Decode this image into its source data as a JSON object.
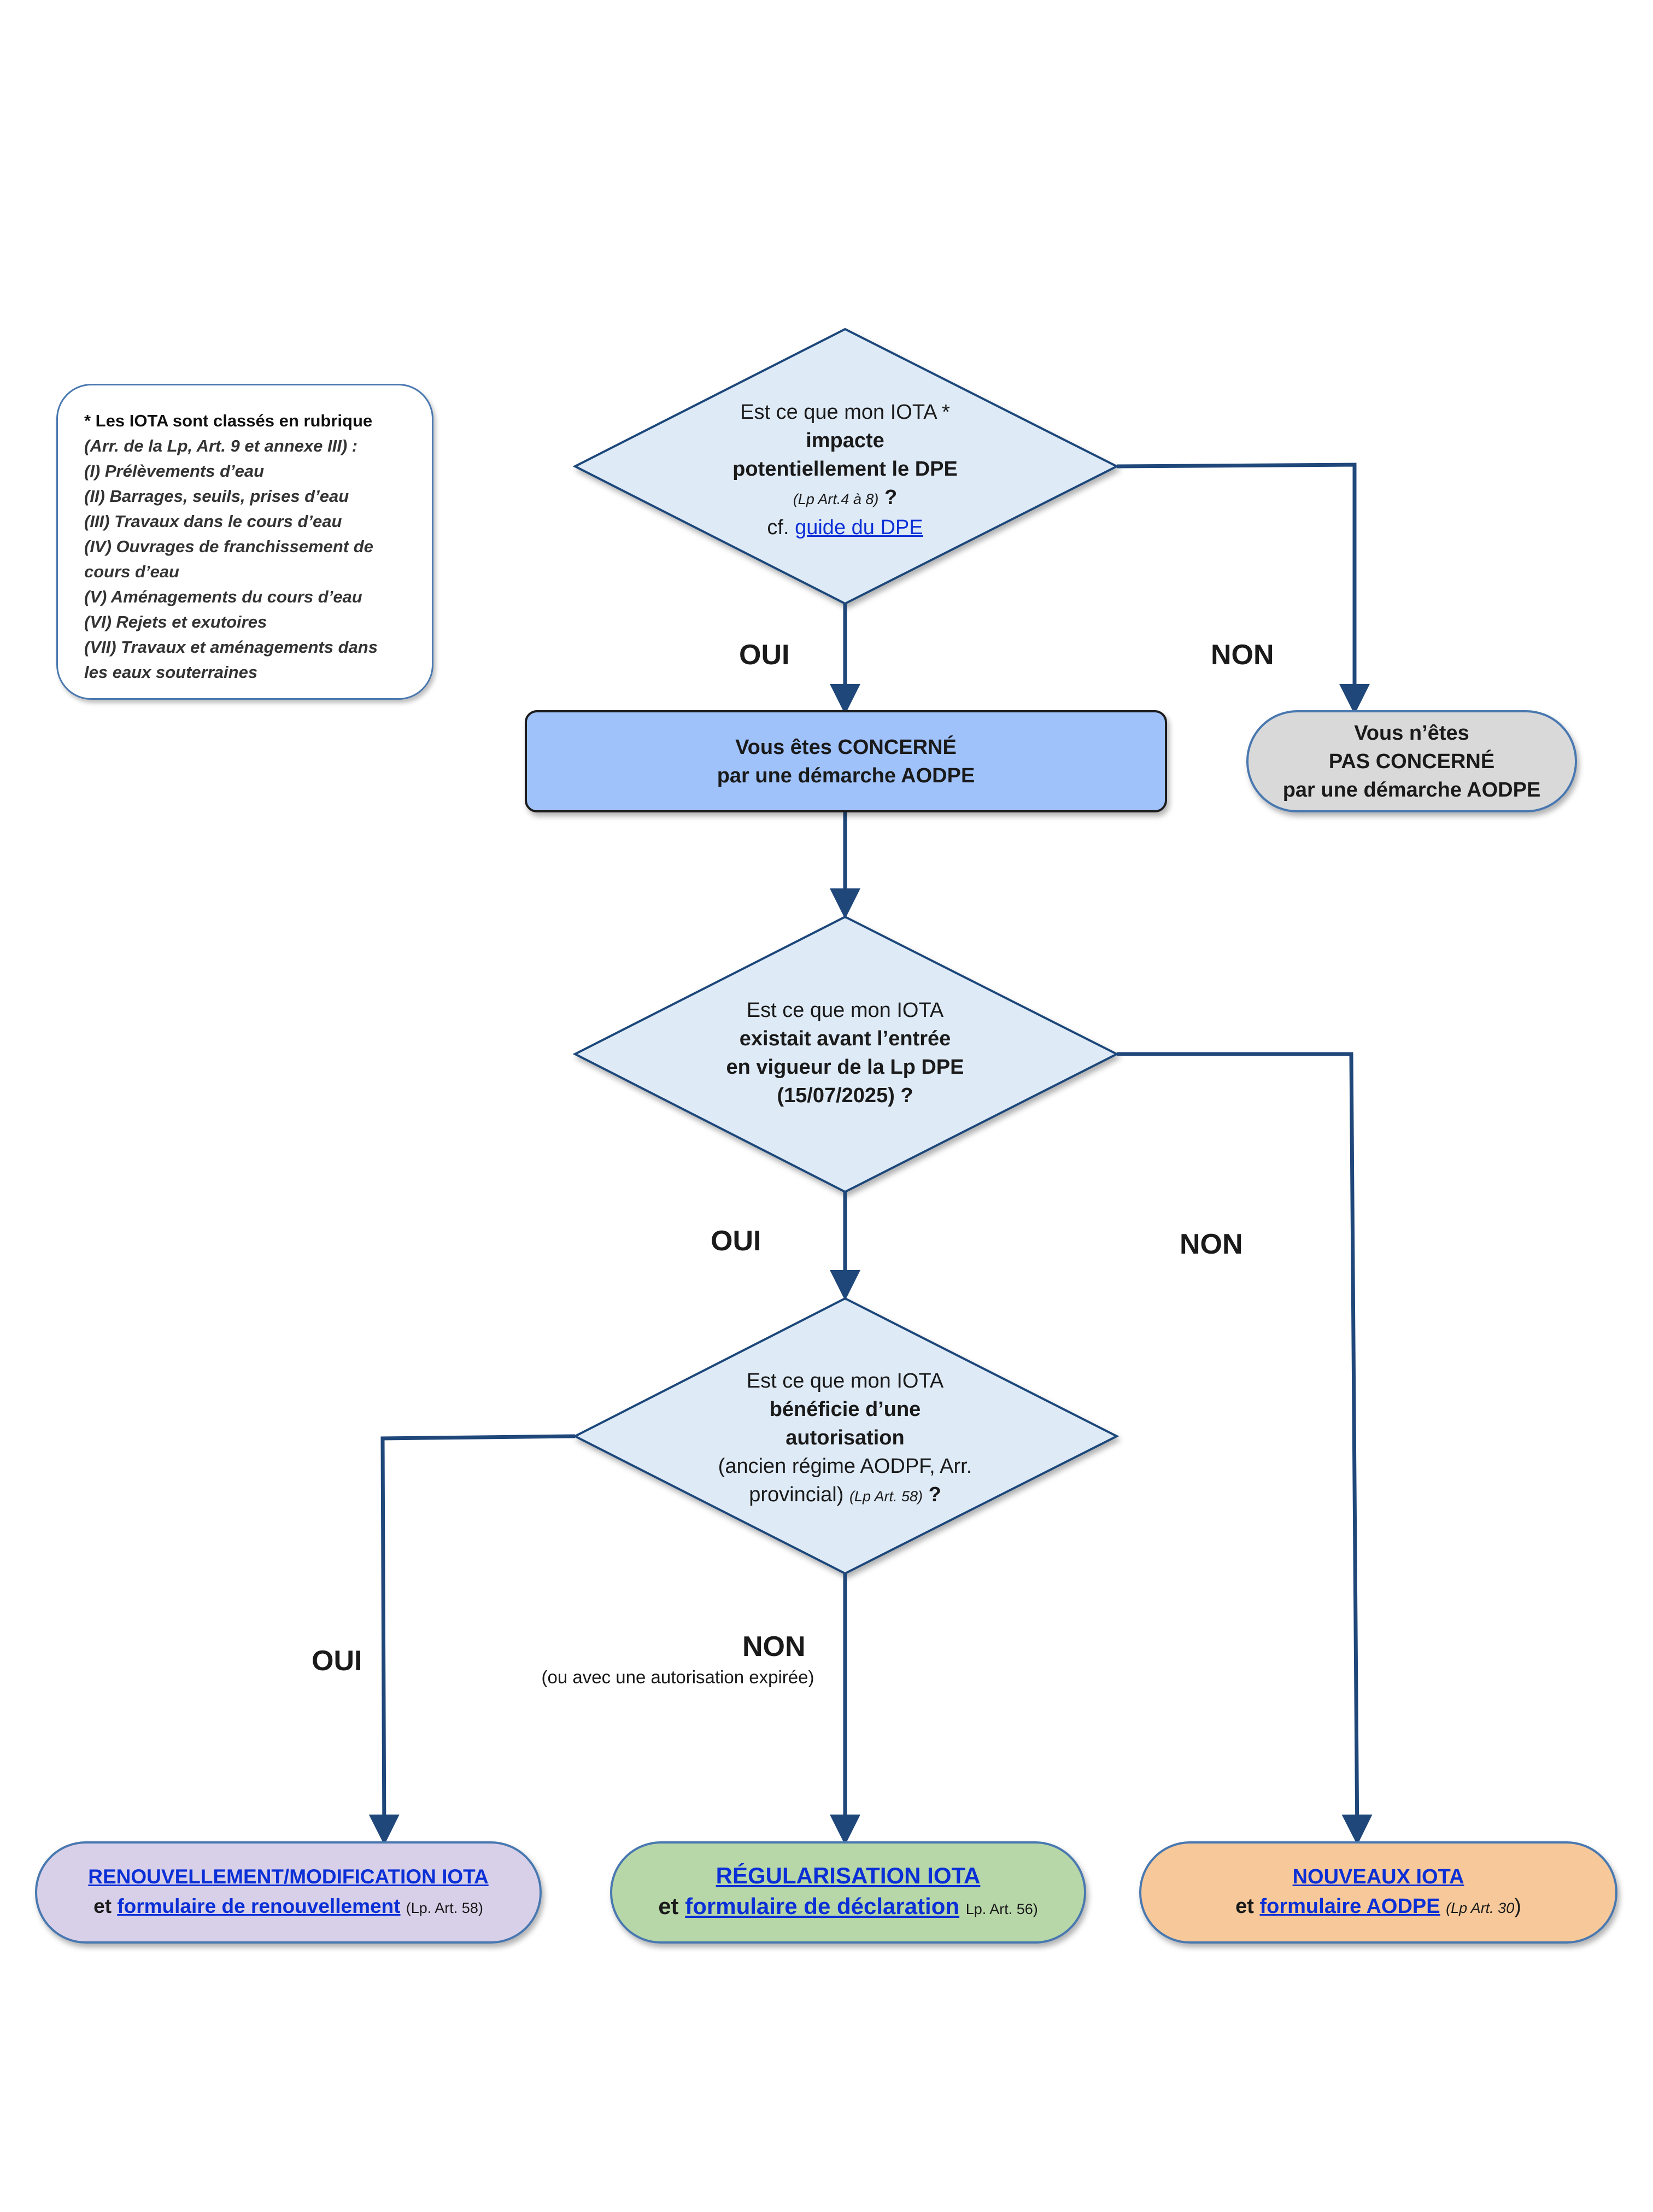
{
  "legend": {
    "title": "* Les IOTA sont classés en rubrique",
    "ref": "(Arr. de la Lp, Art. 9 et annexe III)  :",
    "items": [
      "(I) Prélèvements d’eau",
      "(II) Barrages, seuils, prises d’eau",
      "(III) Travaux dans le cours d’eau",
      "(IV) Ouvrages de franchissement de",
      "cours d’eau",
      "(V) Aménagements du cours d’eau",
      "(VI) Rejets et exutoires",
      "(VII) Travaux et aménagements dans",
      "les eaux souterraines"
    ]
  },
  "q1": {
    "line1": "Est ce que mon IOTA *",
    "line2": "impacte",
    "line3": "potentiellement le DPE",
    "ref": "(Lp Art.4 à 8)",
    "qmark": "?",
    "cf": "cf.",
    "link": "guide du DPE"
  },
  "q2": {
    "line1": "Est ce que mon IOTA",
    "line2": "existait avant l’entrée",
    "line3": "en vigueur de la Lp DPE",
    "line4": "(15/07/2025) ?"
  },
  "q3": {
    "line1": "Est ce que mon IOTA",
    "line2": "bénéficie d’une",
    "line3": "autorisation",
    "line4": "(ancien régime AODPF, Arr.",
    "line5a": "provincial)",
    "ref": "(Lp Art. 58)",
    "qmark": "?"
  },
  "concerned": {
    "line1": "Vous êtes CONCERNÉ",
    "line2": "par une démarche AODPE"
  },
  "not_concerned": {
    "line1": "Vous n’êtes",
    "line2": "PAS CONCERNÉ",
    "line3": "par une démarche AODPE"
  },
  "labels": {
    "q1_yes": "OUI",
    "q1_no": "NON",
    "q2_yes": "OUI",
    "q2_no": "NON",
    "q3_yes": "OUI",
    "q3_no": "NON",
    "q3_no_note": "(ou avec une autorisation expirée)"
  },
  "outcomes": {
    "renewal": {
      "title": "RENOUVELLEMENT/MODIFICATION IOTA",
      "et": "et",
      "link": "formulaire de renouvellement",
      "ref": "(Lp. Art. 58)"
    },
    "regularisation": {
      "title": "RÉGULARISATION IOTA",
      "et": "et",
      "link": "formulaire de déclaration",
      "ref": "Lp. Art. 56)"
    },
    "new": {
      "title": "NOUVEAUX IOTA",
      "et": "et",
      "link": "formulaire AODPE",
      "ref": "(Lp Art. 30",
      "close": ")"
    }
  },
  "colors": {
    "diamond_fill": "#deeaf6",
    "line": "#1f477a",
    "concerned_fill": "#9fc2fb",
    "not_concerned_fill": "#d9d9d9",
    "renewal_fill": "#d8d0e8",
    "regularisation_fill": "#b7d7a8",
    "new_fill": "#f7c99a",
    "link": "#0b2fd6"
  }
}
